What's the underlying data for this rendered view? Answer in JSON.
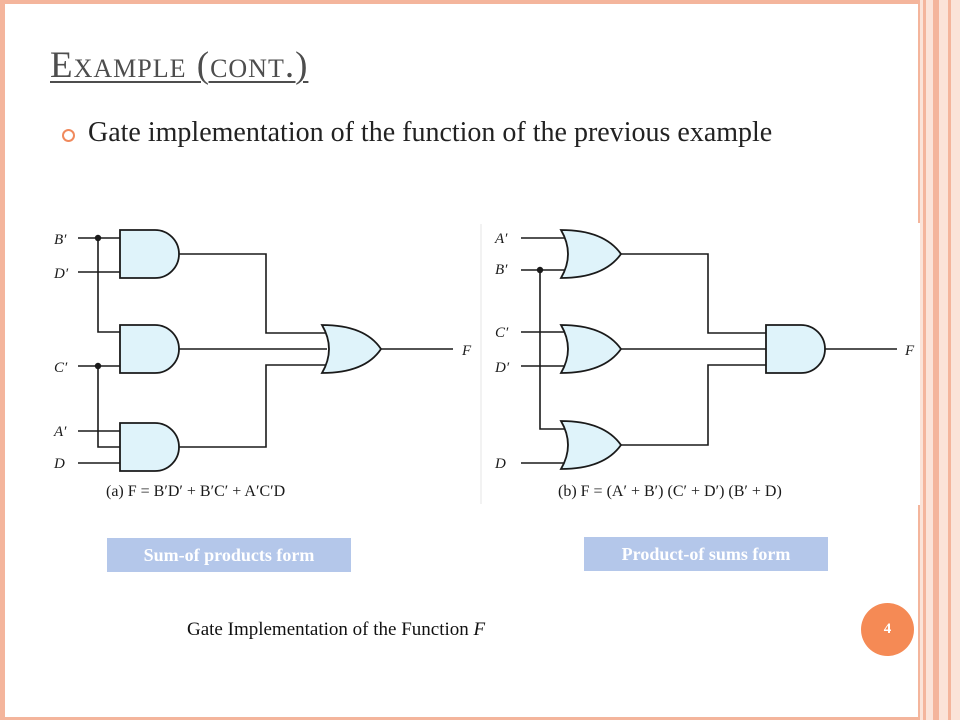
{
  "slide": {
    "title": "Example (cont.)",
    "bullet": "Gate implementation of the function of  the previous example",
    "page_number": "4",
    "figure_caption": "Gate Implementation of the Function ",
    "figure_caption_var": "F"
  },
  "diagram_a": {
    "inputs": [
      "B′",
      "D′",
      "C′",
      "A′",
      "D"
    ],
    "output": "F",
    "caption": "(a) F = B′D′ + B′C′ + A′C′D",
    "form_label": "Sum-of products form"
  },
  "diagram_b": {
    "inputs": [
      "A′",
      "B′",
      "C′",
      "D′",
      "D"
    ],
    "output": "F",
    "caption": "(b) F = (A′ + B′) (C′ + D′) (B′ + D)",
    "form_label": "Product-of sums form"
  },
  "colors": {
    "accent": "#f58a55",
    "border": "#f4b59c",
    "gate_fill": "#dff3fa",
    "label_box": "#b4c7ea"
  }
}
